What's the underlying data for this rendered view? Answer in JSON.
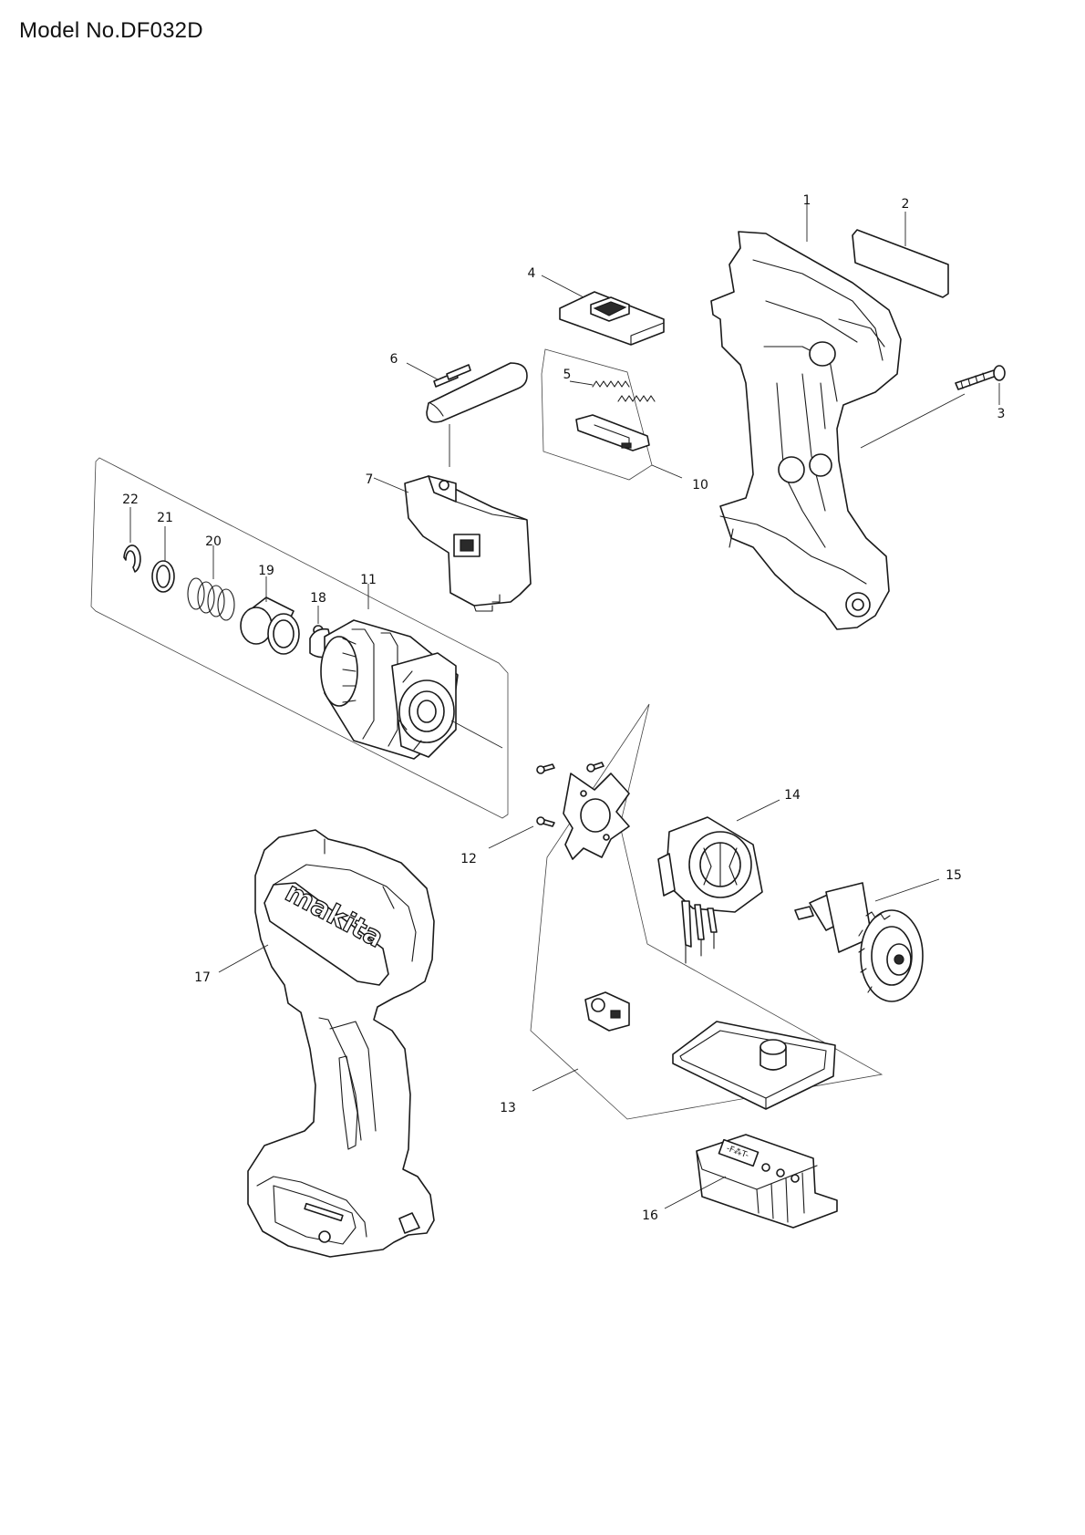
{
  "header": {
    "model": "Model No.DF032D"
  },
  "callouts": [
    {
      "id": "1",
      "label": "1"
    },
    {
      "id": "2",
      "label": "2"
    },
    {
      "id": "3",
      "label": "3"
    },
    {
      "id": "4",
      "label": "4"
    },
    {
      "id": "5",
      "label": "5"
    },
    {
      "id": "6",
      "label": "6"
    },
    {
      "id": "7",
      "label": "7"
    },
    {
      "id": "10",
      "label": "10"
    },
    {
      "id": "11",
      "label": "11"
    },
    {
      "id": "12",
      "label": "12"
    },
    {
      "id": "13",
      "label": "13"
    },
    {
      "id": "14",
      "label": "14"
    },
    {
      "id": "15",
      "label": "15"
    },
    {
      "id": "16",
      "label": "16"
    },
    {
      "id": "17",
      "label": "17"
    },
    {
      "id": "18",
      "label": "18"
    },
    {
      "id": "19",
      "label": "19"
    },
    {
      "id": "20",
      "label": "20"
    },
    {
      "id": "21",
      "label": "21"
    },
    {
      "id": "22",
      "label": "22"
    }
  ],
  "housing_logo": "makita"
}
